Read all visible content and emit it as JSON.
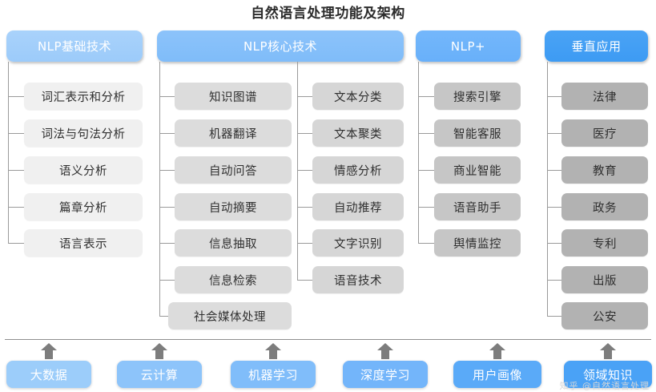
{
  "title": "自然语言处理功能及架构",
  "columns": [
    {
      "id": "nlp-basic",
      "header": "NLP基础技术",
      "items": [
        "词汇表示和分析",
        "词法与句法分析",
        "语义分析",
        "篇章分析",
        "语言表示"
      ]
    },
    {
      "id": "nlp-core",
      "header": "NLP核心技术",
      "items_left": [
        "知识图谱",
        "机器翻译",
        "自动问答",
        "自动摘要",
        "信息抽取",
        "信息检索",
        "社会媒体处理"
      ],
      "items_right": [
        "文本分类",
        "文本聚类",
        "情感分析",
        "自动推荐",
        "文字识别",
        "语音技术"
      ]
    },
    {
      "id": "nlp-plus",
      "header": "NLP+",
      "items": [
        "搜索引擎",
        "智能客服",
        "商业智能",
        "语音助手",
        "舆情监控"
      ]
    },
    {
      "id": "vertical-application",
      "header": "垂直应用",
      "items": [
        "法律",
        "医疗",
        "教育",
        "政务",
        "专利",
        "出版",
        "公安"
      ]
    }
  ],
  "foundation": {
    "items": [
      "大数据",
      "云计算",
      "机器学习",
      "深度学习",
      "用户画像",
      "领域知识"
    ],
    "arrow_icon": "up-arrow-icon"
  },
  "colors": {
    "header_basic": "#9ccbfa",
    "header_core": "#7fbcf9",
    "header_plus": "#68b0fa",
    "header_vertical": "#3d9bf3",
    "item_basic": "#f0f0f0",
    "item_core_left": "#dcdcdc",
    "item_core_right": "#d6d6d6",
    "item_plus": "#c6c6c6",
    "item_vertical": "#b2b2b2",
    "connector": "#9a9a9a",
    "title_text": "#2b2b2b"
  },
  "watermark": "知乎 @自然语言处理"
}
